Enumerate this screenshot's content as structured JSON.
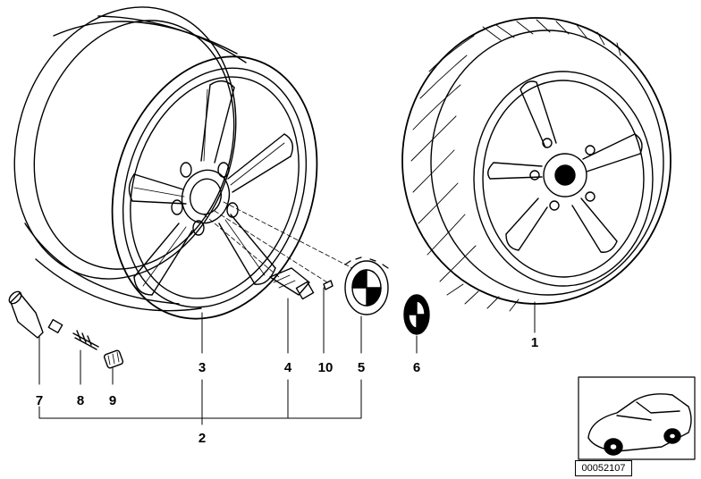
{
  "callouts": {
    "c1": "1",
    "c2": "2",
    "c3": "3",
    "c4": "4",
    "c5": "5",
    "c6": "6",
    "c7": "7",
    "c8": "8",
    "c9": "9",
    "c10": "10"
  },
  "part_number": "00052107",
  "colors": {
    "ink": "#000000",
    "paper": "#ffffff"
  }
}
